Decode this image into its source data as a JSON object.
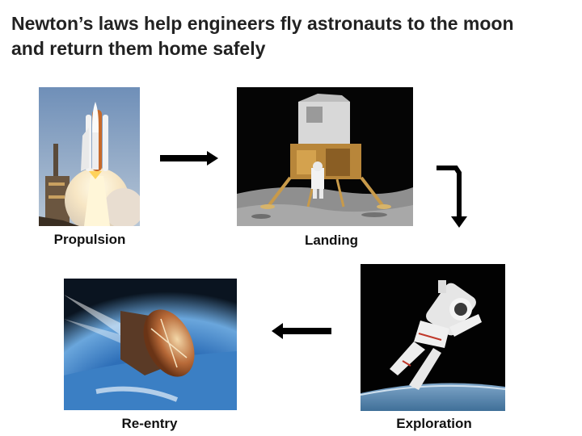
{
  "title": {
    "line1": "Newton’s laws help engineers fly astronauts to the moon",
    "line2": "and return them home safely"
  },
  "steps": [
    {
      "label": "Propulsion",
      "image": "space-shuttle-launch"
    },
    {
      "label": "Landing",
      "image": "lunar-module-on-moon"
    },
    {
      "label": "Exploration",
      "image": "astronaut-spacewalk"
    },
    {
      "label": "Re-entry",
      "image": "capsule-reentry"
    }
  ],
  "arrows": [
    "arrow-right",
    "arrow-down",
    "arrow-left"
  ]
}
